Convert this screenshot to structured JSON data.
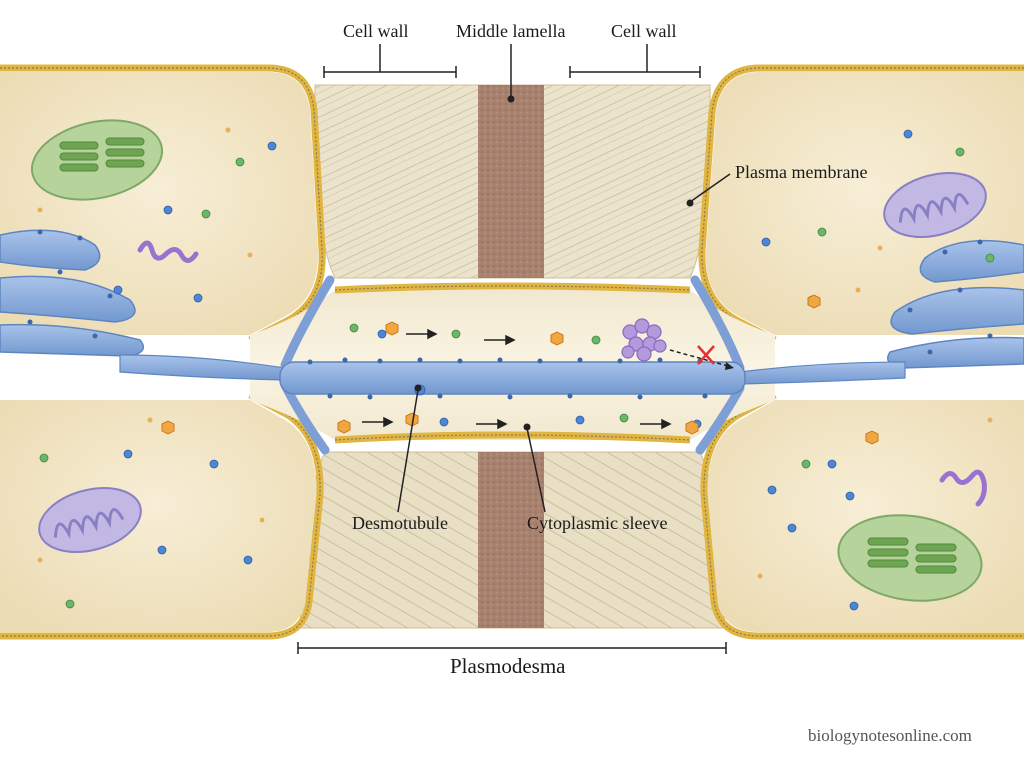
{
  "labels": {
    "cell_wall_left": "Cell wall",
    "middle_lamella": "Middle lamella",
    "cell_wall_right": "Cell wall",
    "plasma_membrane": "Plasma membrane",
    "desmotubule": "Desmotubule",
    "cytoplasmic_sleeve": "Cytoplasmic sleeve",
    "plasmodesma": "Plasmodesma"
  },
  "credit": "biologynotesonline.com",
  "colors": {
    "cytoplasm": "#f3e7c8",
    "cell_wall": "#e9e0c6",
    "middle_lamella": "#a88272",
    "membrane": "#e3b845",
    "er": "#8fb0df",
    "chloroplast": "#a7c98e",
    "mitochondrion": "#b9b1df",
    "blocked_marker": "#e53030"
  }
}
